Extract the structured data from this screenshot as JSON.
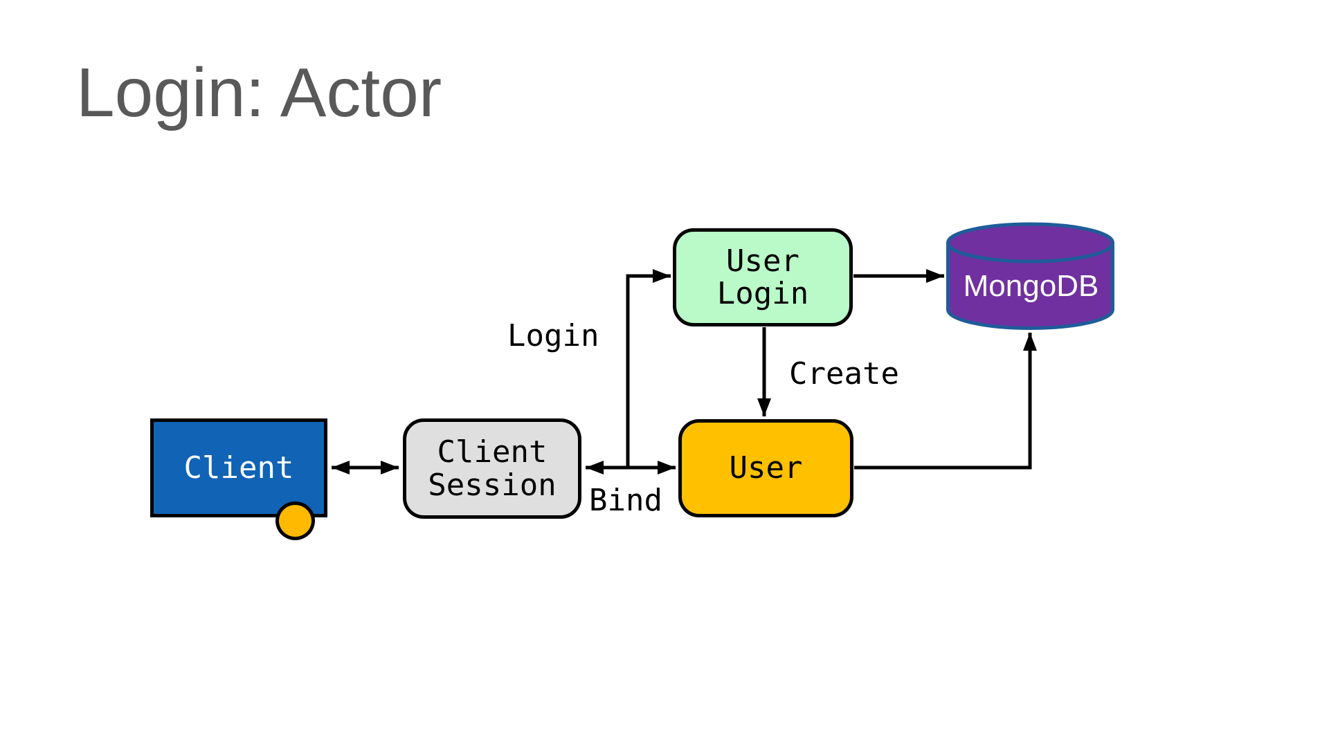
{
  "slide": {
    "title": "Login: Actor"
  },
  "diagram": {
    "nodes": {
      "client": {
        "label": "Client",
        "shape": "rectangle",
        "fill": "#1163B5",
        "text_color": "#FFFFFF"
      },
      "client_session": {
        "line1": "Client",
        "line2": "Session",
        "shape": "rounded-rectangle",
        "fill": "#DFDFDF",
        "text_color": "#000000"
      },
      "user_login": {
        "line1": "User",
        "line2": "Login",
        "shape": "rounded-rectangle",
        "fill": "#B9FAC8",
        "text_color": "#000000"
      },
      "user": {
        "label": "User",
        "shape": "rounded-rectangle",
        "fill": "#FFC000",
        "text_color": "#000000"
      },
      "mongodb": {
        "label": "MongoDB",
        "shape": "database-cylinder",
        "fill": "#7030A0",
        "border": "#1F5C99",
        "text_color": "#FFFFFF"
      },
      "client_port": {
        "shape": "circle",
        "fill": "#FFB900"
      }
    },
    "edge_labels": {
      "login": "Login",
      "create": "Create",
      "bind": "Bind"
    },
    "edges": [
      {
        "from": "client",
        "to": "client_session",
        "style": "double-arrow"
      },
      {
        "from": "client_session",
        "to": "user",
        "style": "double-arrow",
        "label": "Bind"
      },
      {
        "from": "bind_line",
        "to": "user_login",
        "style": "arrow",
        "label": "Login"
      },
      {
        "from": "user_login",
        "to": "user",
        "style": "arrow",
        "label": "Create"
      },
      {
        "from": "user_login",
        "to": "mongodb",
        "style": "arrow"
      },
      {
        "from": "user",
        "to": "mongodb",
        "style": "elbow-arrow"
      }
    ]
  },
  "palette": {
    "title_gray": "#595959",
    "line_black": "#000000",
    "background": "#FFFFFF"
  }
}
